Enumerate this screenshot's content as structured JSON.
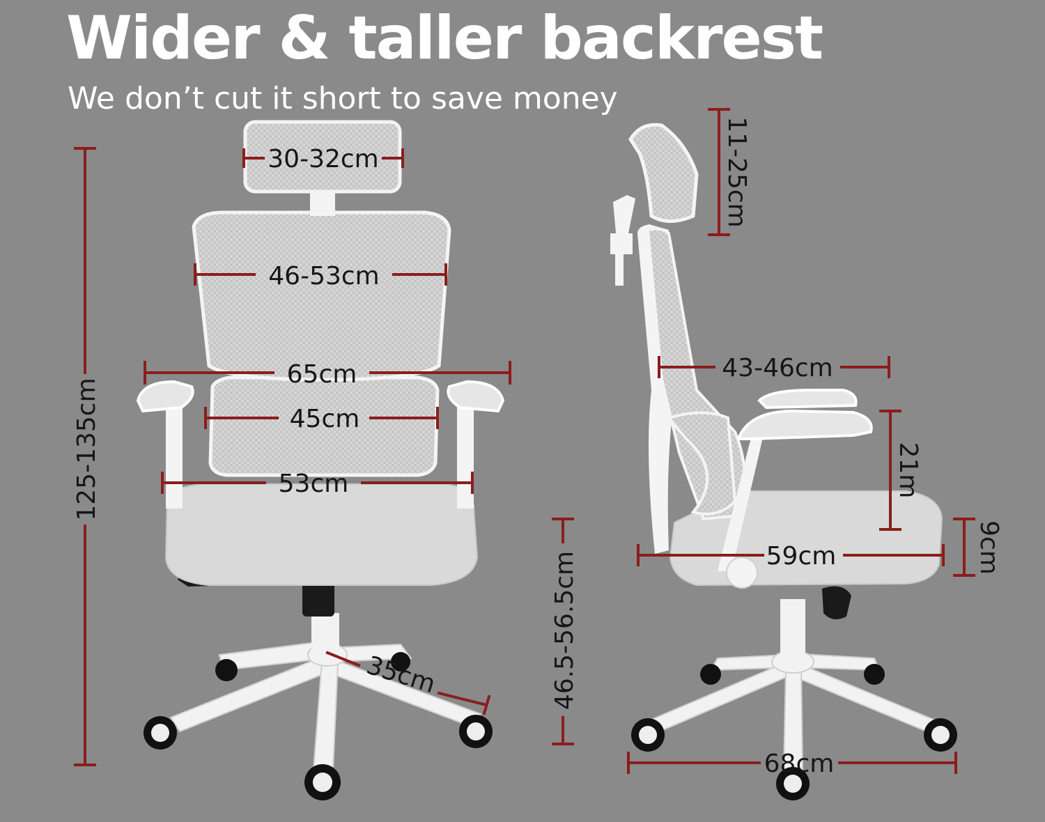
{
  "heading": {
    "title": "Wider & taller backrest",
    "subtitle": "We don’t cut it short to save money"
  },
  "dimensions": {
    "headrest_width": "30-32cm",
    "backrest_width": "46-53cm",
    "arm_span": "65cm",
    "lumbar_width": "45cm",
    "seat_width": "53cm",
    "total_height": "125-135cm",
    "seat_height": "46.5-56.5cm",
    "base_radius": "35cm",
    "headrest_adjust": "11-25cm",
    "seat_depth_back": "43-46cm",
    "armrest_height": "21m",
    "seat_thickness": "9cm",
    "seat_depth": "59cm",
    "base_width": "68cm"
  },
  "colors": {
    "background": "#8a8a8a",
    "dimension_line": "#8b1d1d",
    "chair_frame": "#f4f4f4",
    "chair_mesh": "#d9d9d9"
  }
}
